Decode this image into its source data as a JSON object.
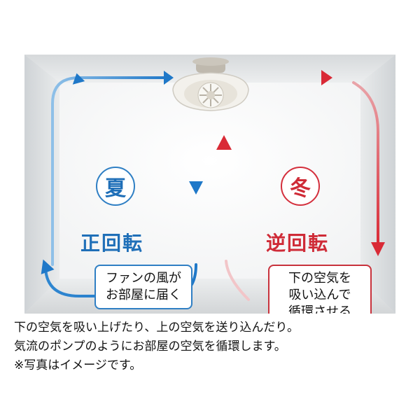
{
  "modes": {
    "summer": {
      "season": "夏",
      "rotation": "正回転",
      "description_lines": [
        "ファンの風が",
        "お部屋に届く"
      ],
      "color": "#1f6fb8"
    },
    "winter": {
      "season": "冬",
      "rotation": "逆回転",
      "description_lines": [
        "下の空気を",
        "吸い込んで",
        "循環させる"
      ],
      "color": "#cf2b37"
    }
  },
  "captions": [
    "下の空気を吸い上げたり、上の空気を送り込んだり。",
    "気流のポンプのようにお部屋の空気を循環します。",
    "※写真はイメージです。"
  ],
  "icons": [
    "ceiling-fan-icon",
    "airflow-arrow-icon"
  ]
}
